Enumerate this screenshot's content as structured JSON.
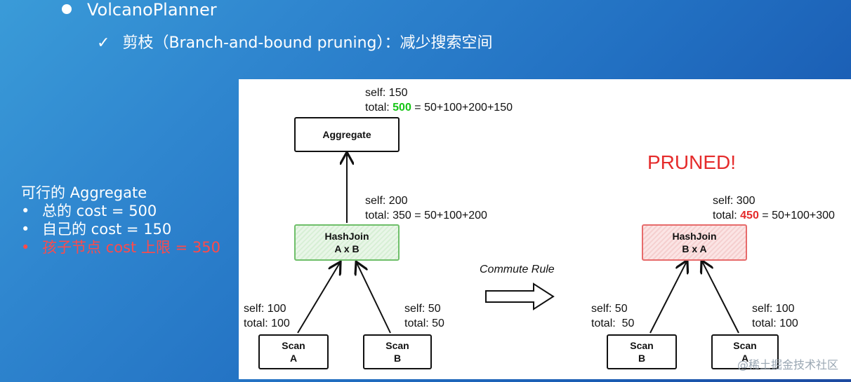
{
  "title": "VolcanoPlanner",
  "subtitle_check": "✓",
  "subtitle": "剪枝（Branch-and-bound pruning）：减少搜索空间",
  "left_notes": {
    "heading": "可行的 Aggregate",
    "items": [
      {
        "bullet": "•",
        "text": "总的 cost = 500"
      },
      {
        "bullet": "•",
        "text": "自己的 cost = 150"
      },
      {
        "bullet": "•",
        "text": "孩子节点 cost 上限 = 350"
      }
    ]
  },
  "diagram": {
    "left": {
      "aggregate": {
        "label": "Aggregate",
        "self": "self: 150",
        "total_prefix": "total: ",
        "total_value": "500",
        "total_suffix": " = 50+100+200+150"
      },
      "hashjoin": {
        "label": "HashJoin",
        "sub": "A x B",
        "self": "self: 200",
        "total": "total: 350 = 50+100+200"
      },
      "scan_a": {
        "label": "Scan",
        "sub": "A",
        "self": "self: 100",
        "total": "total: 100"
      },
      "scan_b": {
        "label": "Scan",
        "sub": "B",
        "self": "self: 50",
        "total": "total: 50"
      }
    },
    "commute_rule": "Commute Rule",
    "pruned": "PRUNED!",
    "right": {
      "hashjoin": {
        "label": "HashJoin",
        "sub": "B x A",
        "self": "self: 300",
        "total_prefix": "total: ",
        "total_value": "450",
        "total_suffix": " = 50+100+300"
      },
      "scan_b": {
        "label": "Scan",
        "sub": "B",
        "self": "self: 50",
        "total": "total:  50"
      },
      "scan_a": {
        "label": "Scan",
        "sub": "A",
        "self": "self: 100",
        "total": "total: 100"
      }
    }
  },
  "watermark": "@稀土掘金技术社区",
  "colors": {
    "highlight_green": "#16c516",
    "highlight_red": "#e52b2b",
    "note_red": "#ff4a4a"
  }
}
